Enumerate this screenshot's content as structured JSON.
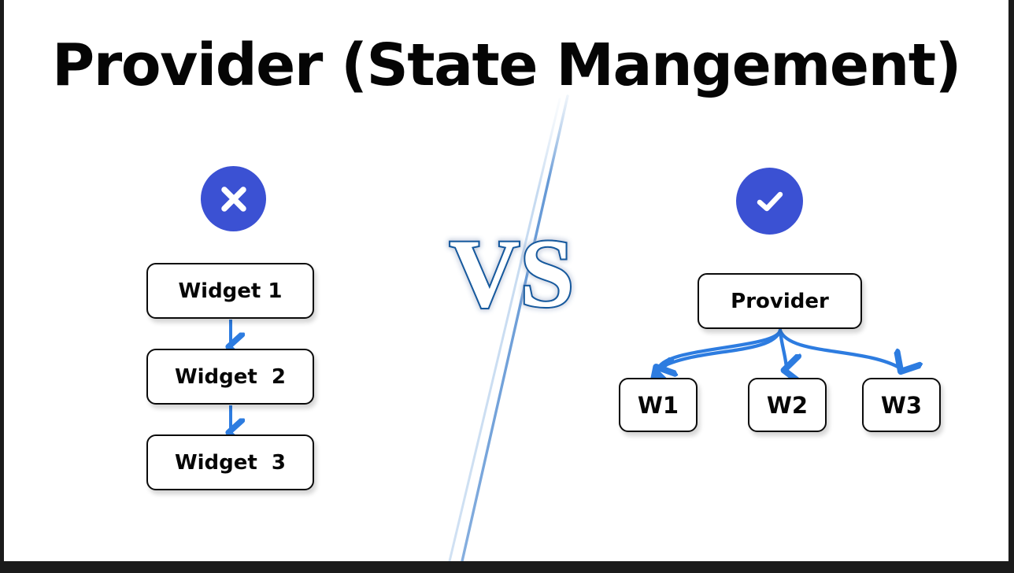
{
  "slide": {
    "title": "Provider (State Mangement)",
    "versus_label": "VS",
    "background_color": "#ffffff",
    "frame_color": "#1b1b1b"
  },
  "colors": {
    "badge_blue": "#3b51d3",
    "arrow_blue": "#2d7ce0",
    "vs_outline": "#155a9e",
    "vs_fill": "#ffffff",
    "divider_blue": "#6f9fd8",
    "box_border": "#0b0b0b",
    "text_black": "#060606"
  },
  "left_panel": {
    "badge": {
      "icon": "cross-icon",
      "meaning": "bad-approach"
    },
    "nodes": [
      {
        "id": "widget-1",
        "label": "Widget 1"
      },
      {
        "id": "widget-2",
        "label": "Widget  2"
      },
      {
        "id": "widget-3",
        "label": "Widget  3"
      }
    ],
    "connectors": [
      {
        "from": "widget-1",
        "to": "widget-2",
        "style": "straight-arrow"
      },
      {
        "from": "widget-2",
        "to": "widget-3",
        "style": "straight-arrow"
      }
    ]
  },
  "right_panel": {
    "badge": {
      "icon": "check-icon",
      "meaning": "good-approach"
    },
    "root": {
      "id": "provider",
      "label": "Provider"
    },
    "children": [
      {
        "id": "w1",
        "label": "W1"
      },
      {
        "id": "w2",
        "label": "W2"
      },
      {
        "id": "w3",
        "label": "W3"
      }
    ],
    "connectors": [
      {
        "from": "provider",
        "to": "w1",
        "style": "curved-arrow"
      },
      {
        "from": "provider",
        "to": "w2",
        "style": "curved-arrow"
      },
      {
        "from": "provider",
        "to": "w3",
        "style": "curved-arrow"
      }
    ]
  }
}
